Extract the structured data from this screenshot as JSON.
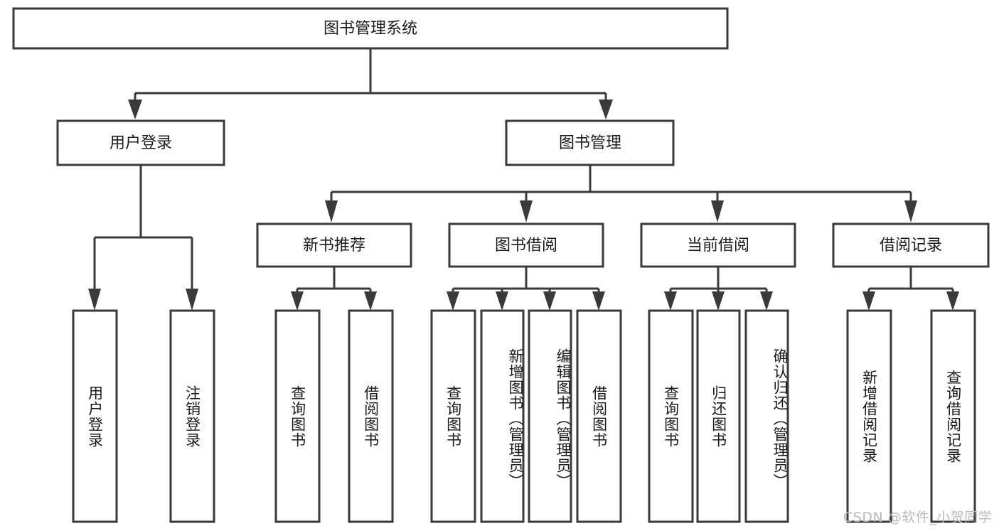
{
  "diagram": {
    "type": "tree-hierarchy-chart",
    "title": "图书管理系统",
    "orientation": "top-down",
    "line_color": "#3a3a3a",
    "box_fill": "#ffffff",
    "text_color": "#1a1a1a",
    "root": {
      "label": "图书管理系统"
    },
    "level2": [
      {
        "label": "用户登录"
      },
      {
        "label": "图书管理"
      }
    ],
    "level3": [
      {
        "label": "新书推荐"
      },
      {
        "label": "图书借阅"
      },
      {
        "label": "当前借阅"
      },
      {
        "label": "借阅记录"
      }
    ],
    "leaves": {
      "user_login": [
        {
          "label": "用户登录"
        },
        {
          "label": "注销登录"
        }
      ],
      "new_book_recommend": [
        {
          "label": "查询图书"
        },
        {
          "label": "借阅图书"
        }
      ],
      "book_borrow": [
        {
          "label": "查询图书"
        },
        {
          "label": "新增图书（管理员）"
        },
        {
          "label": "编辑图书（管理员）"
        },
        {
          "label": "借阅图书"
        }
      ],
      "current_borrow": [
        {
          "label": "查询图书"
        },
        {
          "label": "归还图书"
        },
        {
          "label": "确认归还（管理员）"
        }
      ],
      "borrow_record": [
        {
          "label": "新增借阅记录"
        },
        {
          "label": "查询借阅记录"
        }
      ]
    },
    "watermark": "CSDN @软件_小贺同学"
  }
}
